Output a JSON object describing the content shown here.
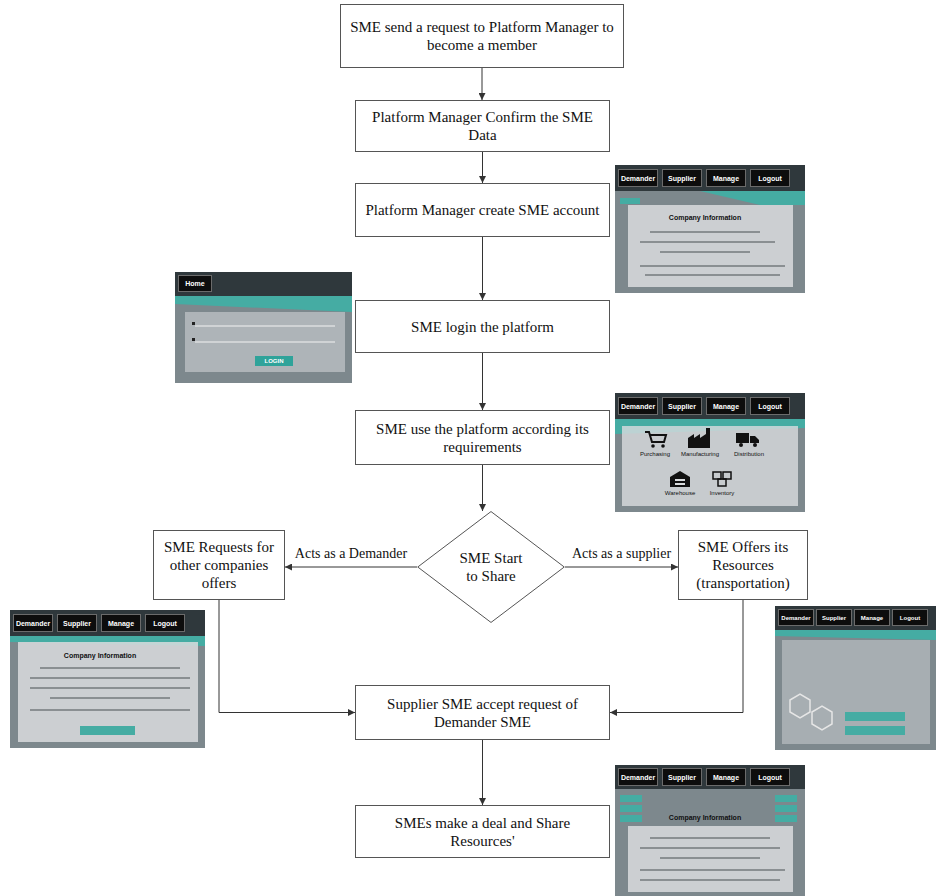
{
  "diagram": {
    "nodes": [
      {
        "text": [
          "SME send a request to Platform Manager to become a member"
        ]
      },
      {
        "text": [
          "Platform Manager Confirm the SME Data"
        ]
      },
      {
        "text": [
          "Platform Manager create SME account"
        ]
      },
      {
        "text": [
          "SME login the platform"
        ]
      },
      {
        "text": [
          "SME use the platform according its requirements"
        ]
      },
      {
        "text": [
          "SME Start to Share"
        ]
      },
      {
        "text": [
          "SME Requests for other companies offers"
        ]
      },
      {
        "text": [
          "SME Offers its Resources (transportation)"
        ]
      },
      {
        "text": [
          "Supplier SME accept request of Demander SME"
        ]
      },
      {
        "text": [
          "SMEs make a deal and Share Resources'"
        ]
      }
    ],
    "edges": [
      {
        "from": 0,
        "to": 1,
        "arrow": "to"
      },
      {
        "from": 1,
        "to": 2,
        "arrow": "to"
      },
      {
        "from": 2,
        "to": 3,
        "arrow": "to"
      },
      {
        "from": 3,
        "to": 4,
        "arrow": "to"
      },
      {
        "from": 4,
        "to": 5,
        "arrow": "to"
      },
      {
        "from": 5,
        "to": 6,
        "label": "Acts as a Demander",
        "arrow": "to"
      },
      {
        "from": 5,
        "to": 7,
        "label": "Acts as a supplier",
        "arrow": "to"
      },
      {
        "from": 6,
        "to": 8,
        "arrow": "to"
      },
      {
        "from": 7,
        "to": 8,
        "arrow": "to"
      },
      {
        "from": 8,
        "to": 9,
        "arrow": "to"
      }
    ],
    "labels": [
      "Demander",
      "Supplier",
      "Manage",
      "Logout",
      "Company Information",
      "Home",
      "LOGIN",
      "Demander",
      "Supplier",
      "Manage",
      "Logout",
      "Purchasing",
      "Manufacturing",
      "Distribution",
      "Warehouse",
      "Inventory",
      "Demander",
      "Supplier",
      "Manage",
      "Logout",
      "Company Information",
      "Demander",
      "Supplier",
      "Manage",
      "Logout",
      "Demander",
      "Supplier",
      "Manage",
      "Logout",
      "Company Information"
    ]
  }
}
